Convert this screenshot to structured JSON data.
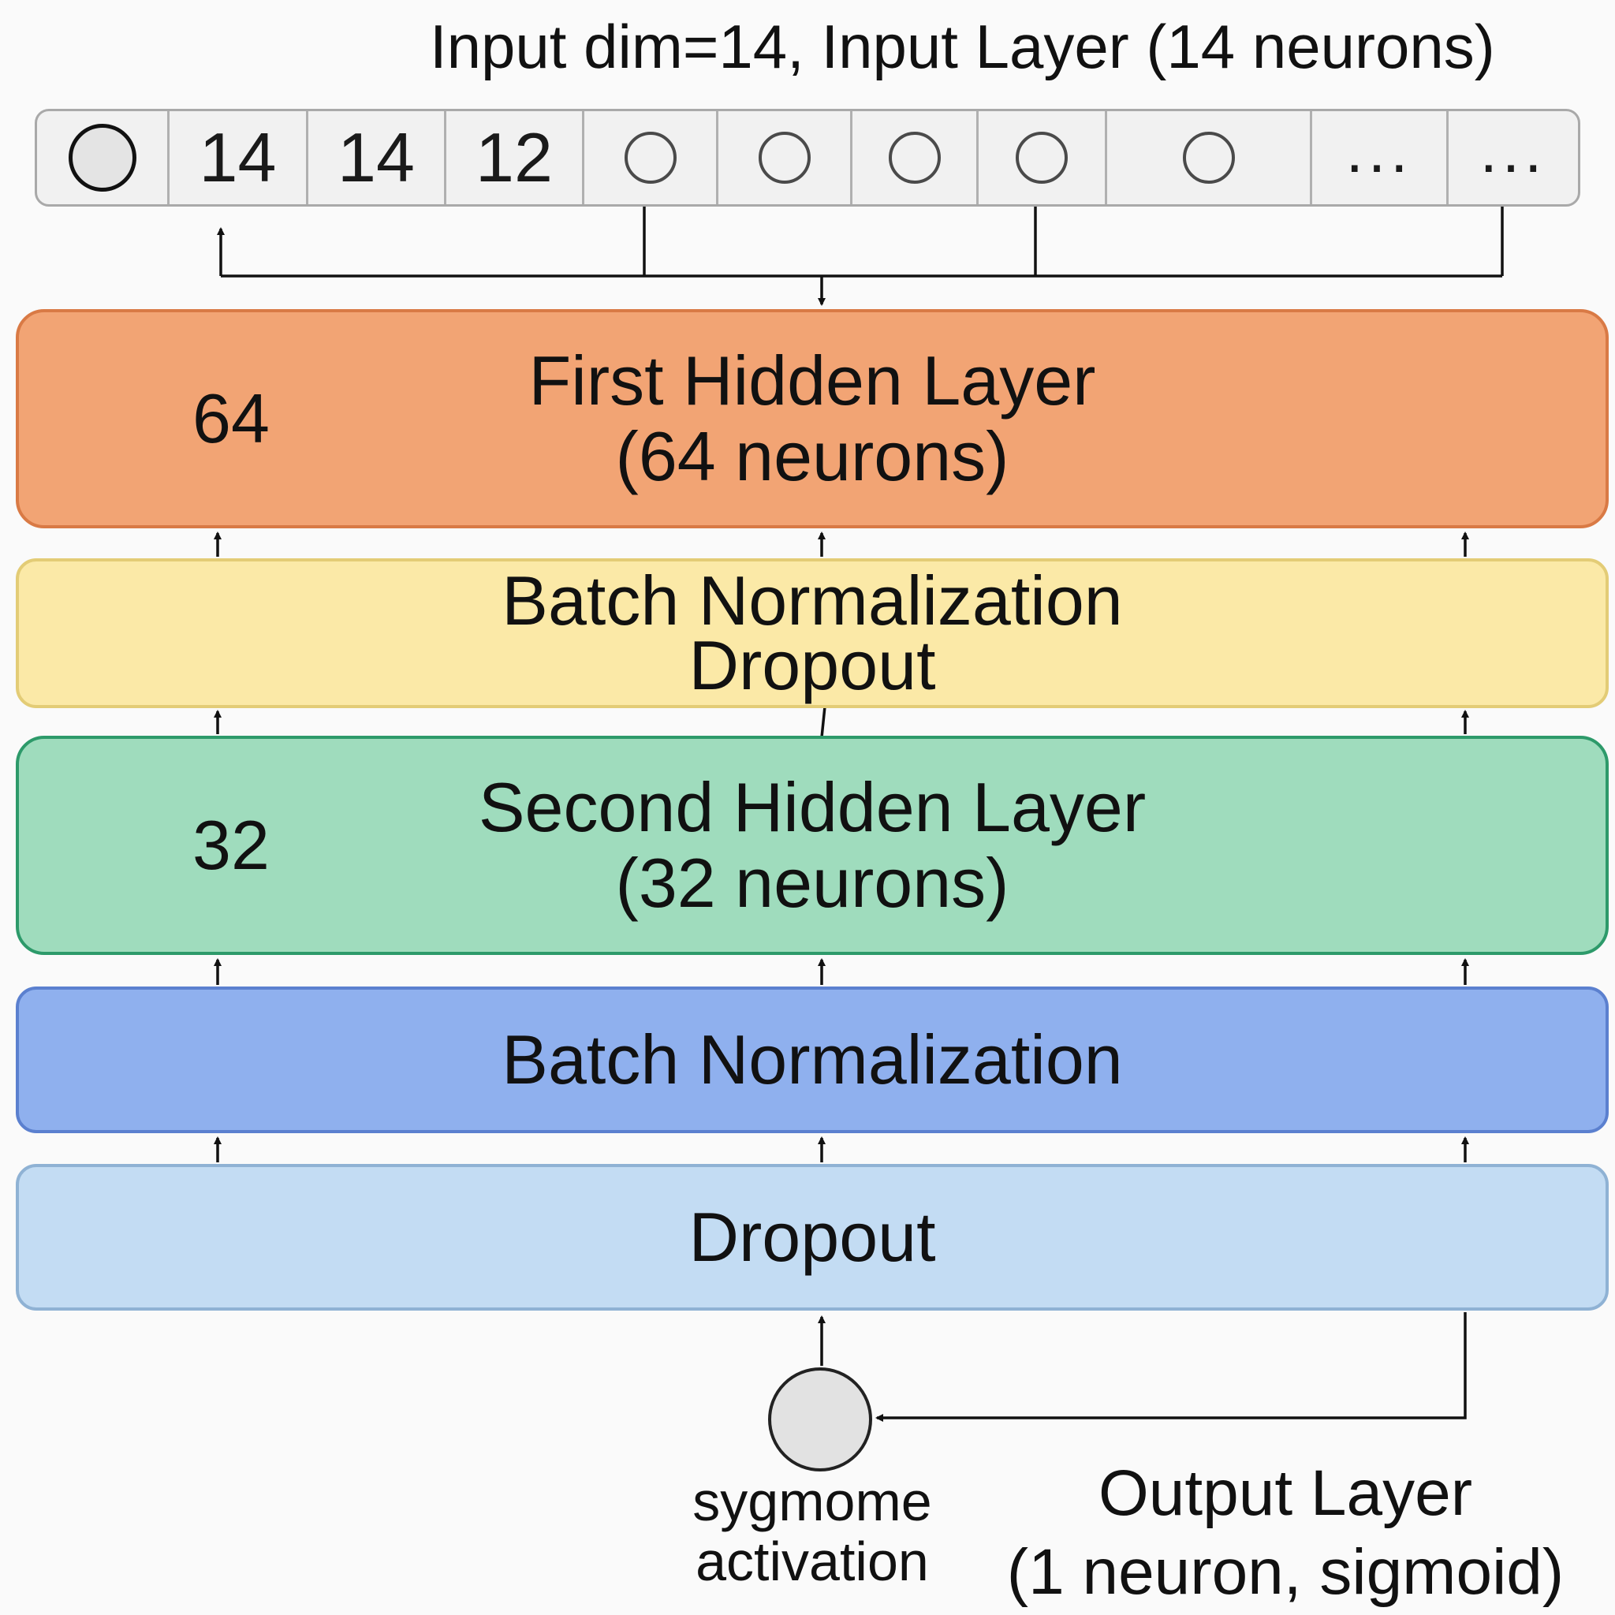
{
  "input": {
    "title": "Input dim=14, Input Layer (14 neurons)",
    "cells": [
      {
        "kind": "node"
      },
      {
        "kind": "text",
        "text": "14"
      },
      {
        "kind": "text",
        "text": "14"
      },
      {
        "kind": "text",
        "text": "12"
      },
      {
        "kind": "node"
      },
      {
        "kind": "node"
      },
      {
        "kind": "node"
      },
      {
        "kind": "node"
      },
      {
        "kind": "node"
      },
      {
        "kind": "ellipsis",
        "text": "..."
      },
      {
        "kind": "ellipsis",
        "text": "..."
      }
    ]
  },
  "layers": {
    "first_hidden": {
      "title": "First Hidden Layer",
      "subtitle": "(64 neurons)",
      "side_value": "64"
    },
    "bn_dropout": {
      "line1": "Batch Normalization",
      "line2": "Dropout"
    },
    "second_hidden": {
      "title": "Second Hidden Layer",
      "subtitle": "(32 neurons)",
      "side_value": "32"
    },
    "batch_norm": {
      "title": "Batch Normalization"
    },
    "dropout": {
      "title": "Dropout"
    }
  },
  "output": {
    "activation_label_1": "sygmome",
    "activation_label_2": "activation",
    "title": "Output Layer",
    "subtitle": "(1 neuron, sigmoid)"
  },
  "colors": {
    "first_hidden": "#f2a474",
    "bn_dropout": "#fbe9a7",
    "second_hidden": "#9fdcbd",
    "batch_norm": "#8fb0ee",
    "dropout": "#c3dcf3"
  }
}
